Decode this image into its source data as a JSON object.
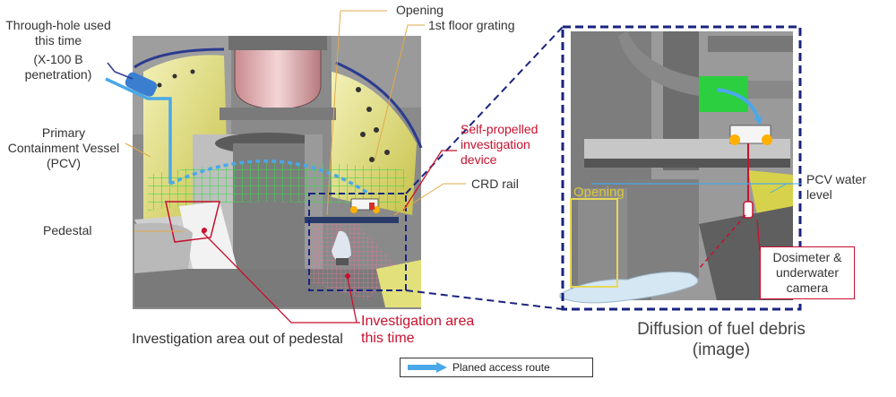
{
  "labels": {
    "through_hole": "Through-hole used this time",
    "penetration": "(X-100 B penetration)",
    "pcv": "Primary Containment Vessel (PCV)",
    "pedestal": "Pedestal",
    "opening_top": "Opening",
    "grating": "1st floor grating",
    "self_propelled": "Self-propelled investigation device",
    "crd_rail": "CRD rail",
    "investigation_area": "Investigation area this time",
    "area_out_of_pedestal": "Investigation area out of pedestal",
    "opening_inset": "Opening",
    "pcv_water_level": "PCV water level",
    "dosimeter": "Dosimeter & underwater camera",
    "diffusion": "Diffusion of fuel debris (image)"
  },
  "legend": {
    "access_route": "Planed access route"
  },
  "colors": {
    "accent_red": "#c8102e",
    "frame_blue": "#1a237e",
    "route_blue": "#4aa8e8",
    "yellow_wall": "#e6e37a",
    "grating_green": "#39d84a"
  }
}
